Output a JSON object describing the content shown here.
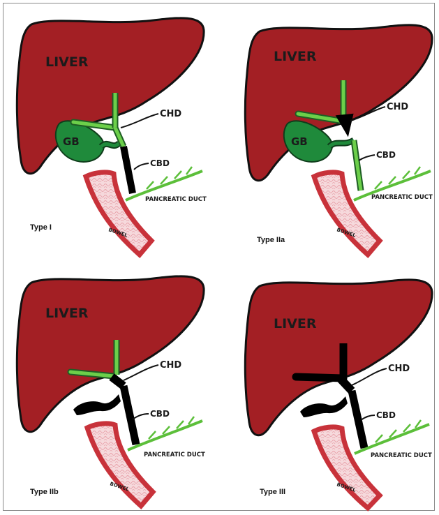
{
  "panels": [
    {
      "type_label": "Type I",
      "liver_label": "LIVER",
      "gb_label": "GB",
      "chd_label": "CHD",
      "cbd_label": "CBD",
      "pancreatic_label": "PANCREATIC DUCT",
      "bowel_label": "BOWEL",
      "has_gallbladder": true,
      "gallbladder_fill": "#1f8a3b",
      "hepatic_ducts_color": "#6ccf4a",
      "chd_color": "#6ccf4a",
      "cbd_color": "#000000"
    },
    {
      "type_label": "Type IIa",
      "liver_label": "LIVER",
      "gb_label": "GB",
      "chd_label": "CHD",
      "cbd_label": "CBD",
      "pancreatic_label": "PANCREATIC DUCT",
      "bowel_label": "BOWEL",
      "has_gallbladder": true,
      "gallbladder_fill": "#1f8a3b",
      "hepatic_ducts_color": "#6ccf4a",
      "chd_color": "#000000",
      "cbd_color": "#6ccf4a"
    },
    {
      "type_label": "Type IIb",
      "liver_label": "LIVER",
      "gb_label": "",
      "chd_label": "CHD",
      "cbd_label": "CBD",
      "pancreatic_label": "PANCREATIC DUCT",
      "bowel_label": "BOWEL",
      "has_gallbladder": false,
      "gallbladder_fill": "#000000",
      "hepatic_ducts_color": "#6ccf4a",
      "chd_color": "#000000",
      "cbd_color": "#000000"
    },
    {
      "type_label": "Type III",
      "liver_label": "LIVER",
      "gb_label": "",
      "chd_label": "CHD",
      "cbd_label": "CBD",
      "pancreatic_label": "PANCREATIC DUCT",
      "bowel_label": "BOWEL",
      "has_gallbladder": false,
      "gallbladder_fill": "#000000",
      "hepatic_ducts_color": "#000000",
      "chd_color": "#000000",
      "cbd_color": "#000000"
    }
  ],
  "colors": {
    "liver": "#a31f24",
    "liver_outline": "#111111",
    "duct_green": "#6ccf4a",
    "pancreatic_duct": "#5cbf3a",
    "bowel_wall": "#c8323a",
    "bowel_lumen": "#f6d9dc",
    "bowel_pattern": "#e8a2aa"
  }
}
